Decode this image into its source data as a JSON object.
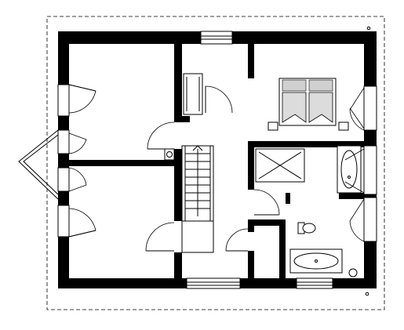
{
  "drawing": {
    "type": "floor-plan",
    "colors": {
      "wall": "#000000",
      "background": "#ffffff",
      "fixture_fill": "#d8d8d8"
    },
    "rooms": [
      "bedroom-northwest",
      "bedroom-northeast",
      "bedroom-southwest",
      "hall",
      "staircase",
      "bathroom",
      "wc-utility",
      "landing"
    ],
    "fixtures": [
      "double-bed",
      "bathtub-east",
      "bathtub-south",
      "shower",
      "toilet",
      "washbasin",
      "wardrobe",
      "balcony-bay"
    ]
  }
}
